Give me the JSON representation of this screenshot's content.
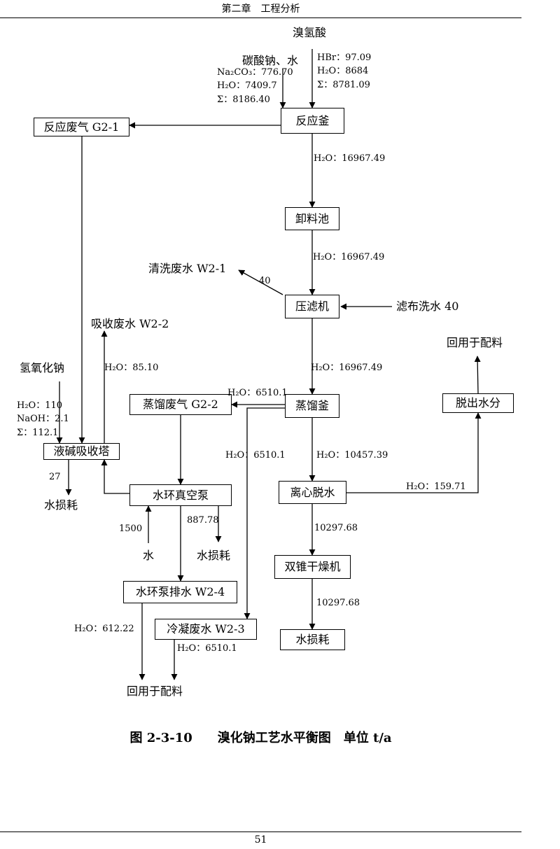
{
  "header": "第二章　工程分析",
  "page_number": "51",
  "caption": "图 2-3-10　　溴化钠工艺水平衡图　单位 t/a",
  "boxes": {
    "reactor": "反应釜",
    "gas_g21": "反应废气 G2-1",
    "discharge_pool": "卸料池",
    "filter_press": "压滤机",
    "distill_kettle": "蒸馏釜",
    "gas_g22": "蒸馏废气 G2-2",
    "alkali_tower": "液碱吸收塔",
    "vacuum_pump": "水环真空泵",
    "centrifuge": "离心脱水",
    "dewater": "脱出水分",
    "dryer": "双锥干燥机",
    "pump_drain": "水环泵排水 W2-4",
    "condensate": "冷凝废水 W2-3",
    "loss_box": "水损耗"
  },
  "labels": {
    "hbr_title": "溴氢酸",
    "hbr_hbr": "HBr：97.09",
    "hbr_h2o": "H₂O：8684",
    "hbr_sum": "Σ：8781.09",
    "soda_title": "碳酸钠、水",
    "soda_na2co3": "Na₂CO₃：776.70",
    "soda_h2o": "H₂O：7409.7",
    "soda_sum": "Σ：8186.40",
    "flow1": "H₂O：16967.49",
    "flow2": "H₂O：16967.49",
    "wash_w21": "清洗废水 W2-1",
    "wash_40": "40",
    "filter_wash": "滤布洗水 40",
    "flow3": "H₂O：16967.49",
    "absorb_w22": "吸收废水 W2-2",
    "absorb_h2o": "H₂O：85.10",
    "naoh_title": "氢氧化钠",
    "naoh_h2o": "H₂O：110",
    "naoh_naoh": "NaOH：2.1",
    "naoh_sum": "Σ：112.1",
    "distill_gas": "H₂O：6510.1",
    "to_condense": "H₂O：6510.1",
    "to_centrifuge": "H₂O：10457.39",
    "loss27": "27",
    "loss27_label": "水损耗",
    "water1500": "1500",
    "water_label": "水",
    "loss887": "887.78",
    "loss887_label": "水损耗",
    "dewater_h2o": "H₂O：159.71",
    "reuse_top": "回用于配料",
    "flow10297a": "10297.68",
    "flow10297b": "10297.68",
    "pump_drain_h2o": "H₂O：612.22",
    "condense_h2o": "H₂O：6510.1",
    "reuse_bottom": "回用于配料"
  }
}
